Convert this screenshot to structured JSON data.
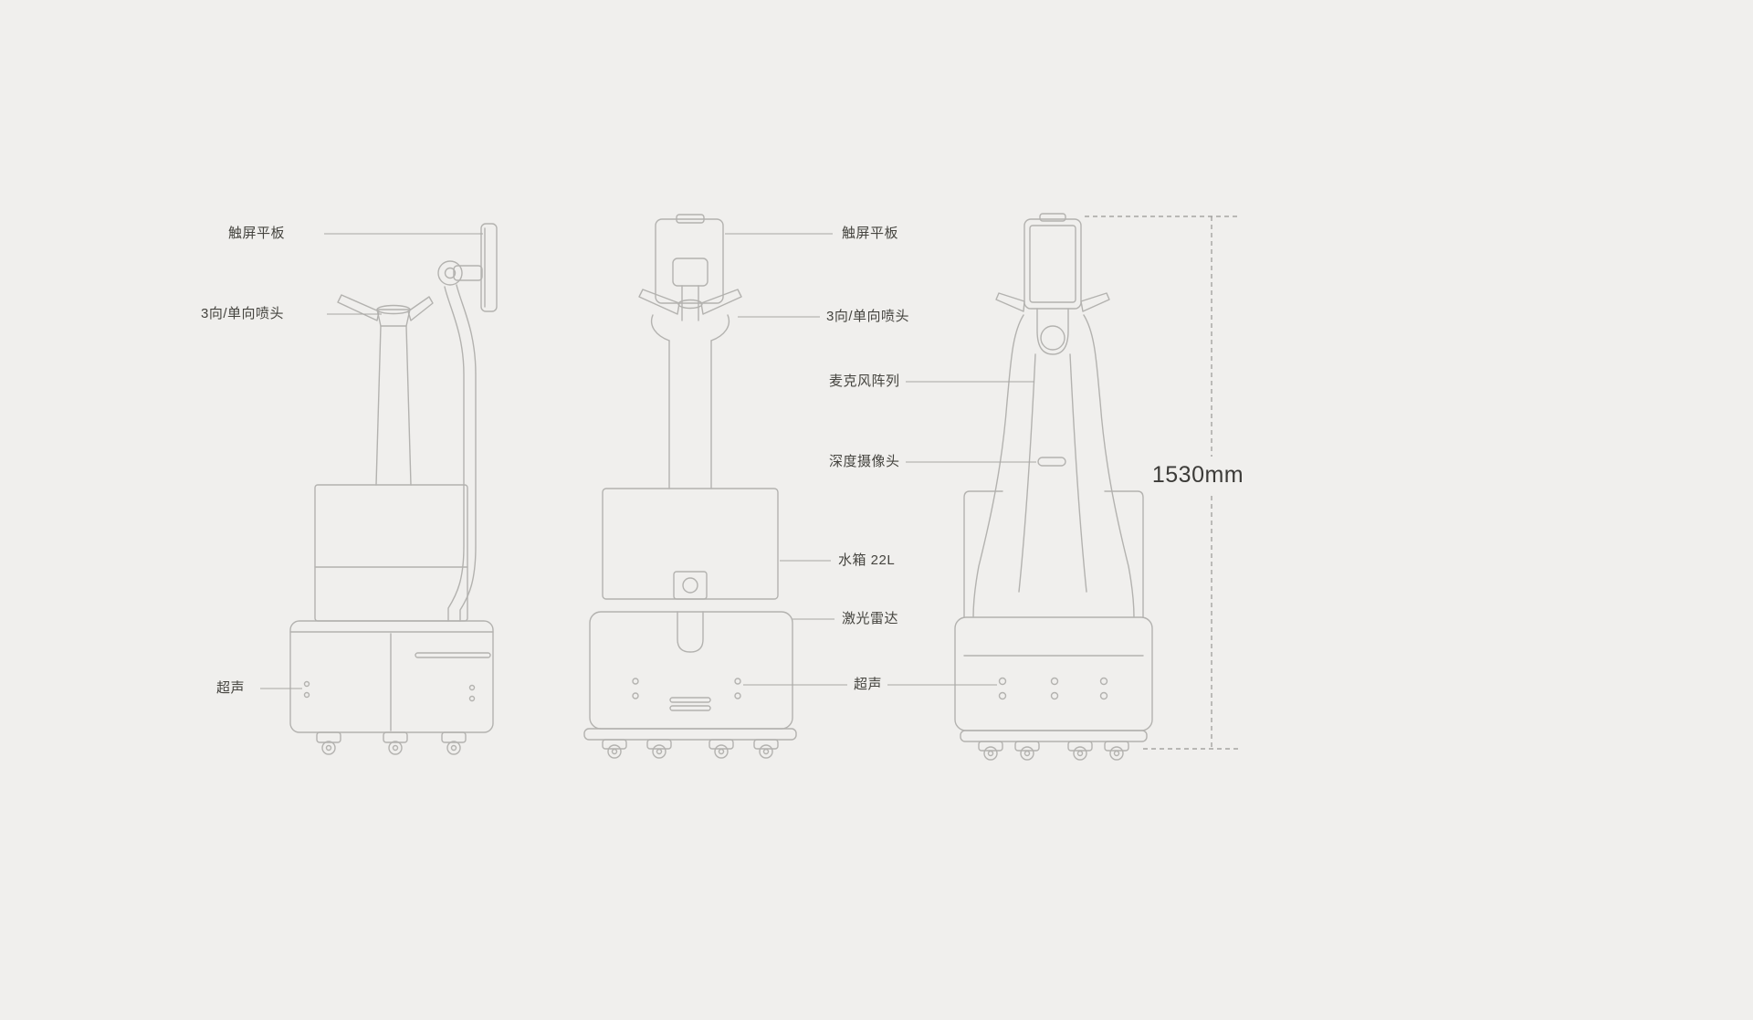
{
  "labels": {
    "left": [
      {
        "text": "触屏平板"
      },
      {
        "text": "3向/单向喷头"
      },
      {
        "text": "超声"
      }
    ],
    "middle": [
      {
        "text": "触屏平板"
      },
      {
        "text": "3向/单向喷头"
      },
      {
        "text": "麦克风阵列"
      },
      {
        "text": "深度摄像头"
      },
      {
        "text": "水箱 22L"
      },
      {
        "text": "激光雷达"
      },
      {
        "text": "超声"
      }
    ]
  },
  "dimension": {
    "height": "1530mm"
  },
  "colors": {
    "background": "#f0efed",
    "line": "#b3b2af",
    "leader": "#a8a7a4",
    "text": "#45443f"
  }
}
